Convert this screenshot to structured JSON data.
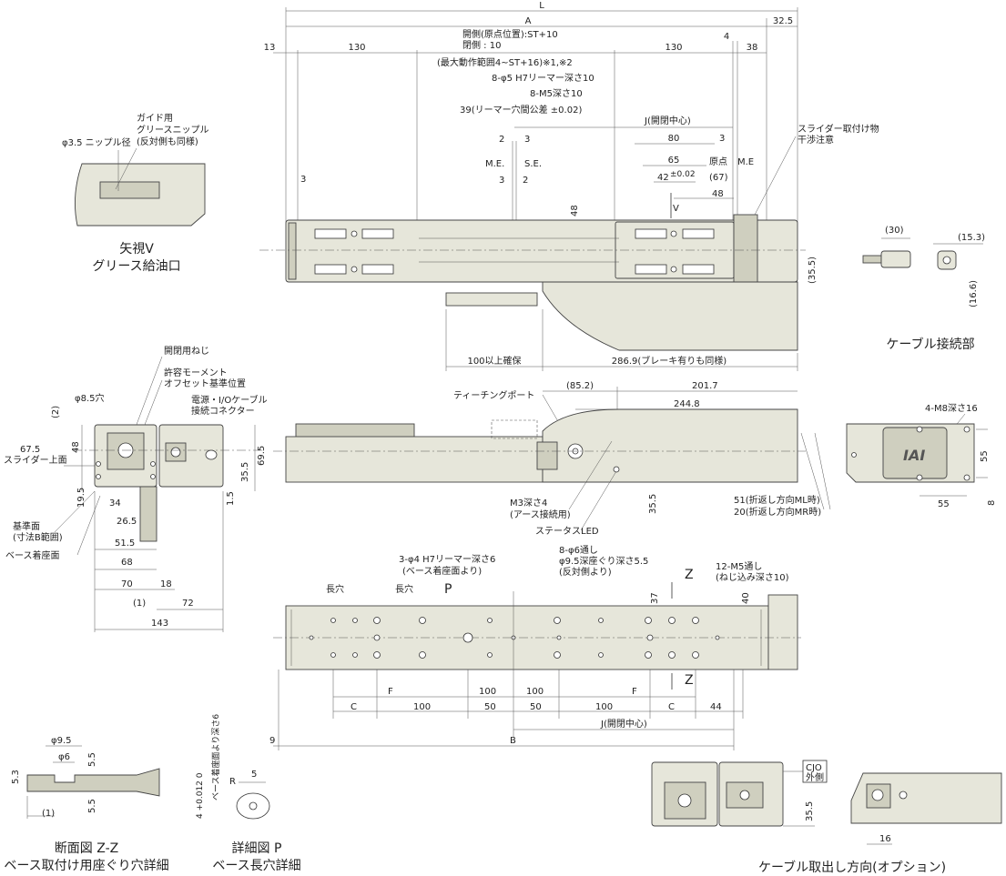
{
  "labels": {
    "view_v": "矢視V",
    "view_v_sub": "グリース給油口",
    "cable_section": "ケーブル接続部",
    "section_zz": "断面図 Z-Z",
    "section_zz_sub": "ベース取付け用座ぐり穴詳細",
    "detail_p": "詳細図 P",
    "detail_p_sub": "ベース長穴詳細",
    "cable_option": "ケーブル取出し方向(オプション)",
    "cjo": "CJO",
    "cjo_sub": "外側"
  },
  "top_view": {
    "L": "L",
    "A": "A",
    "d13": "13",
    "d130a": "130",
    "d130b": "130",
    "d4": "4",
    "d38": "38",
    "d32_5": "32.5",
    "open_side": "開側(原点位置):ST+10",
    "close_side": "閉側          :  10",
    "stroke_range": "(最大動作範囲4~ST+16)※1,※2",
    "reamer5": "8-φ5 H7リーマー深さ10",
    "m5": "8-M5深さ10",
    "reamer_pitch": "39(リーマー穴間公差 ±0.02)",
    "j_center": "J(開閉中心)",
    "slider_interf1": "スライダー取付け物",
    "slider_interf2": "干渉注意",
    "d2a": "2",
    "d3a": "3",
    "me": "M.E.",
    "se": "S.E.",
    "d3b": "3",
    "d2b": "2",
    "d3c": "3",
    "d80": "80",
    "d3d": "3",
    "d65": "65",
    "origin": "原点",
    "me2": "M.E",
    "d42": "42",
    "d42tol": "±0.02",
    "d67": "(67)",
    "d48a": "48",
    "d48b": "48",
    "v": "V",
    "d35_5": "(35.5)",
    "d100min": "100以上確保",
    "d286_9": "286.9(ブレーキ有りも同様)"
  },
  "view_v": {
    "nipple": "φ3.5 ニップル径",
    "guide1": "ガイド用",
    "guide2": "グリースニップル",
    "guide3": "(反対側も同様)"
  },
  "cable_conn": {
    "d30": "(30)",
    "d15_3": "(15.3)",
    "d16_6": "(16.6)"
  },
  "side_section": {
    "screw": "開閉用ねじ",
    "moment1": "許容モーメント",
    "moment2": "オフセット基準位置",
    "power1": "電源・I/Oケーブル",
    "power2": "接続コネクター",
    "hole8_5": "φ8.5穴",
    "d2": "(2)",
    "d67_5": "67.5",
    "slider_top": "スライダー上面",
    "d48": "48",
    "d69_5": "69.5",
    "d35_5": "35.5",
    "d19_5": "19.5",
    "d34": "34",
    "d26_5": "26.5",
    "d1_5": "1.5",
    "ref_face1": "基準面",
    "ref_face2": "(寸法B範囲)",
    "base_face": "ベース着座面",
    "d51_5": "51.5",
    "d68": "68",
    "d70": "70",
    "d18": "18",
    "d1": "(1)",
    "d72": "72",
    "d143": "143"
  },
  "front_view": {
    "teaching": "ティーチングポート",
    "d85_2": "(85.2)",
    "d201_7": "201.7",
    "d244_8": "244.8",
    "m3": "M3深さ4",
    "earth": "(アース接続用)",
    "status": "ステータスLED",
    "d35_5": "35.5",
    "d51": "51(折返し方向ML時)",
    "d20": "20(折返し方向MR時)"
  },
  "end_view": {
    "m8": "4-M8深さ16",
    "d55a": "55",
    "d55b": "55",
    "d8": "8",
    "logo": "IAI"
  },
  "bottom_view": {
    "reamer4a": "3-φ4 H7リーマー深さ6",
    "reamer4b": "(ベース着座面より)",
    "thru6a": "8-φ6通し",
    "thru6b": "φ9.5深座ぐり深さ5.5",
    "thru6c": "(反対側より)",
    "m5a": "12-M5通し",
    "m5b": "(ねじ込み深さ10)",
    "slot1": "長穴",
    "slot2": "長穴",
    "p": "P",
    "z1": "Z",
    "z2": "Z",
    "d37": "37",
    "d40": "40",
    "c1": "C",
    "f1": "F",
    "d100a": "100",
    "d100b": "100",
    "d100c": "100",
    "d100d": "100",
    "d50a": "50",
    "d50b": "50",
    "f2": "F",
    "c2": "C",
    "d44": "44",
    "j": "J(開閉中心)",
    "d9": "9",
    "b": "B"
  },
  "section_z": {
    "d9_5": "φ9.5",
    "d6": "φ6",
    "d5_5a": "5.5",
    "d5_3": "5.3",
    "d1": "(1)",
    "d5_5b": "5.5"
  },
  "detail_p_dims": {
    "d5": "5",
    "r": "R",
    "tol": "4 +0.012 0",
    "base": "ベース着座面より深さ6"
  },
  "cable_opt": {
    "d35_5": "35.5",
    "d16": "16"
  }
}
